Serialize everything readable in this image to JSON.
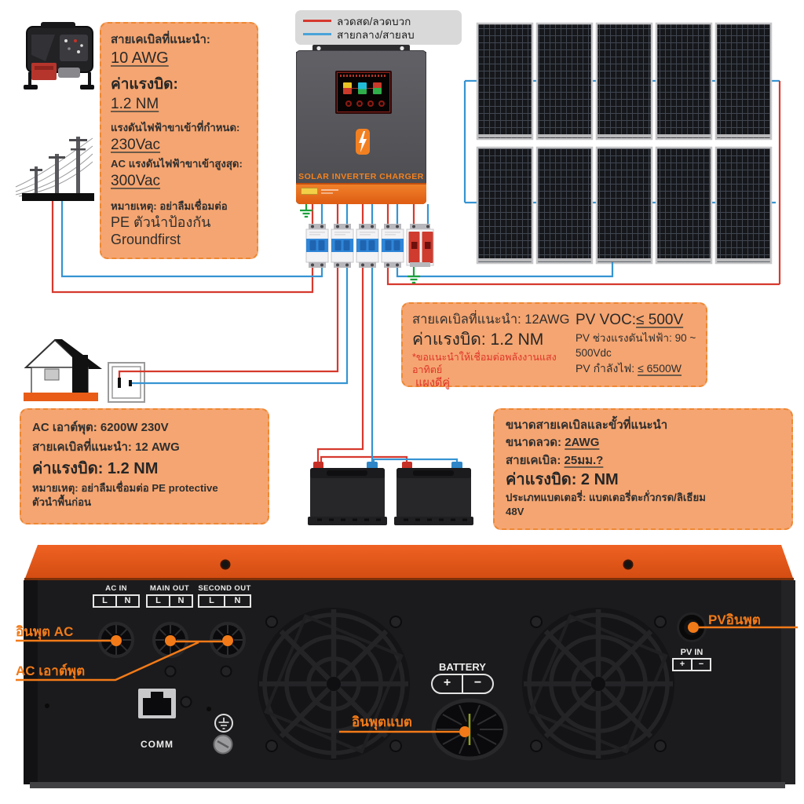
{
  "legend": {
    "items": [
      {
        "label": "ลวดสด/ลวดบวก",
        "color": "#d6392e"
      },
      {
        "label": "สายกลาง/สายลบ",
        "color": "#4aa3d8"
      }
    ]
  },
  "grid_box": {
    "cable_label": "สายเคเบิลที่แนะนำ:",
    "cable_value": "10 AWG",
    "torque_label": "ค่าแรงบิด:",
    "torque_value": "1.2 NM",
    "rated_label": "แรงดันไฟฟ้าขาเข้าที่กำหนด:",
    "rated_value": "230Vac",
    "max_label": "AC แรงดันไฟฟ้าขาเข้าสูงสุด:",
    "max_value": "300Vac",
    "note1": "หมายเหตุ: อย่าลืมเชื่อมต่อ",
    "note2": "PE ตัวนำป้องกัน",
    "note3": "Groundfirst"
  },
  "inverter": {
    "title": "SOLAR INVERTER CHARGER"
  },
  "pv_box": {
    "cable": "สายเคเบิลที่แนะนำ: 12AWG",
    "torque": "ค่าแรงบิด: 1.2 NM",
    "warn1": "*ขอแนะนำให้เชื่อมต่อพลังงานแสงอาทิตย์",
    "warn2": "แผงดีคู่",
    "voc_label": "PV VOC:",
    "voc_value": "≤ 500V",
    "range": "PV ช่วงแรงดันไฟฟ้า: 90 ~ 500Vdc",
    "power_label": "PV กำลังไฟ:",
    "power_value": "≤ 6500W"
  },
  "ac_box": {
    "output": "AC เอาต์พุต: 6200W 230V",
    "cable": "สายเคเบิลที่แนะนำ: 12 AWG",
    "torque": "ค่าแรงบิด: 1.2 NM",
    "note1": "หมายเหตุ: อย่าลืมเชื่อมต่อ PE protective",
    "note2": "ตัวนำพื้นก่อน"
  },
  "bat_box": {
    "title": "ขนาดสายเคเบิลและขั้วที่แนะนำ",
    "wire_label": "ขนาดลวด:",
    "wire_value": "2AWG",
    "cable_label": "สายเคเบิล:",
    "cable_value": "25มม.?",
    "torque": "ค่าแรงบิด: 2 NM",
    "type1": "ประเภทแบตเตอรี่: แบตเตอรี่ตะกั่วกรด/ลิเธียม",
    "type2": "48V"
  },
  "rear": {
    "groups": [
      {
        "name": "AC IN",
        "terminals": [
          "L",
          "N"
        ]
      },
      {
        "name": "MAIN OUT",
        "terminals": [
          "L",
          "N"
        ]
      },
      {
        "name": "SECOND OUT",
        "terminals": [
          "L",
          "N"
        ]
      }
    ],
    "battery_label": "BATTERY",
    "battery_plus": "+",
    "battery_minus": "−",
    "pv_label": "PV IN",
    "pv_plus": "+",
    "pv_minus": "−",
    "comm": "COMM",
    "callouts": {
      "ac_input": "อินพุต AC",
      "ac_output": "AC เอาต์พุต",
      "pv_input": "PVอินพุต",
      "battery_input": "อินพุตแบต"
    }
  },
  "colors": {
    "live_wire": "#d6392e",
    "neutral_wire": "#3694d2",
    "ground_wire": "#1ba13c",
    "accent_orange": "#f27a18",
    "box_bg": "#f5a571",
    "box_border": "#ee8833"
  }
}
